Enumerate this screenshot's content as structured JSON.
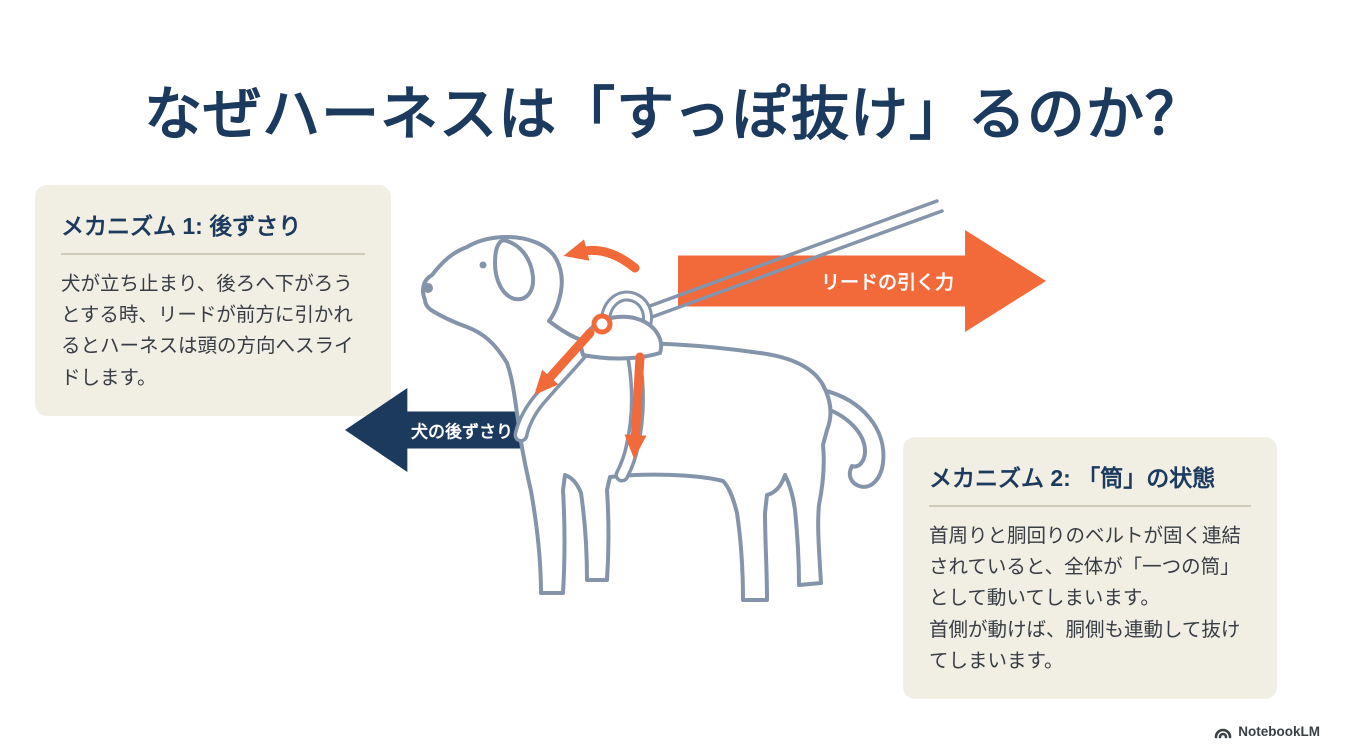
{
  "title": "なぜハーネスは「すっぽ抜け」るのか？",
  "cards": [
    {
      "heading": "メカニズム 1: 後ずさり",
      "body": "犬が立ち止まり、後ろへ下がろうとする時、リードが前方に引かれるとハーネスは頭の方向へスライドします。"
    },
    {
      "heading": "メカニズム 2: 「筒」の状態",
      "body": "首周りと胴回りのベルトが固く連結されていると、全体が「一つの筒」として動いてしまいます。\n首側が動けば、胴側も連動して抜けてしまいます。"
    }
  ],
  "arrows": {
    "lead_pull": {
      "label": "リードの引く力",
      "direction": "right",
      "color": "#f2693a"
    },
    "dog_backstep": {
      "label": "犬の後ずさり",
      "direction": "left",
      "color": "#1c3a5e"
    }
  },
  "diagram": {
    "subject": "Side-view line drawing of a dog wearing a harness with a leash pulled forward",
    "outline_color": "#8494aa",
    "force_arrow_icons": [
      "harness-slide-toward-head-curved-arrow",
      "front-strap-slide-arrow",
      "girth-strap-slide-arrow"
    ]
  },
  "footer": {
    "brand": "NotebookLM"
  },
  "colors": {
    "background": "#ffffff",
    "title_navy": "#1c3a5e",
    "card_bg": "#f1efe3",
    "accent_orange": "#f2693a",
    "accent_navy": "#1c3a5e",
    "dog_outline": "#8494aa"
  }
}
